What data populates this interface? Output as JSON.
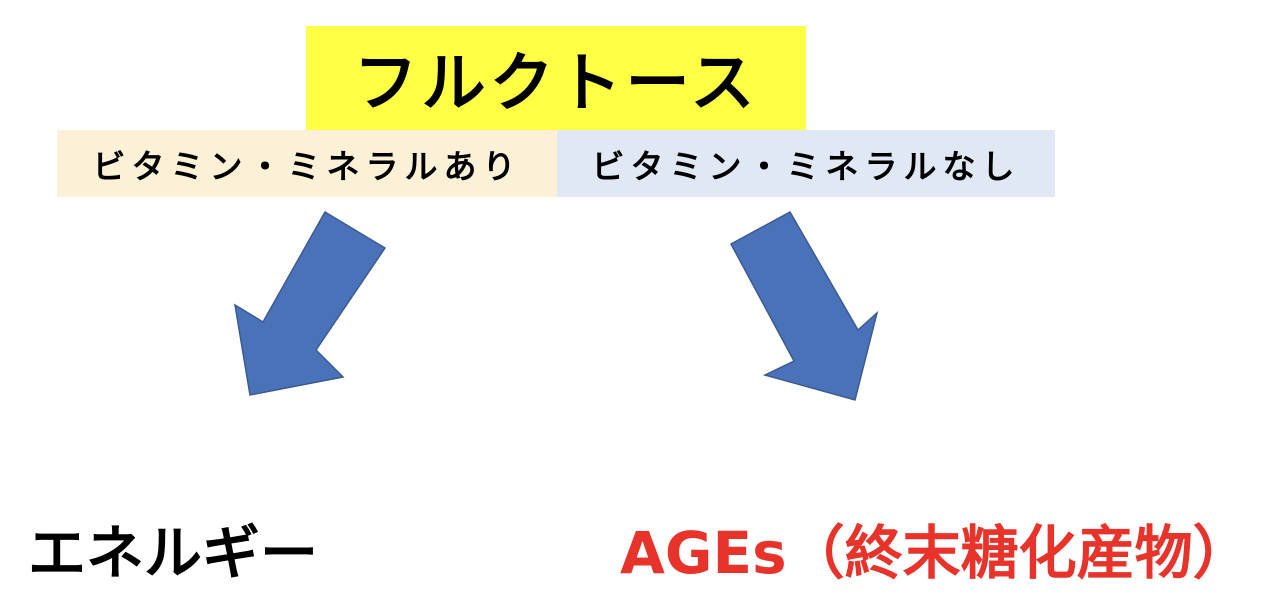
{
  "title": {
    "text": "フルクトース",
    "bg_color": "#ffff44"
  },
  "conditions": {
    "with": {
      "label": "ビタミン・ミネラルあり",
      "bg_color": "#fcf1d6"
    },
    "without": {
      "label": "ビタミン・ミネラルなし",
      "bg_color": "#dfe8f4"
    }
  },
  "arrows": {
    "color": "#4a72b8",
    "border_color": "#3a5a94",
    "left_direction": "down-left",
    "right_direction": "down-right"
  },
  "results": {
    "left": {
      "text": "エネルギー",
      "color": "#000000"
    },
    "right": {
      "text": "AGEs（終末糖化産物）",
      "color": "#e8332a"
    }
  }
}
